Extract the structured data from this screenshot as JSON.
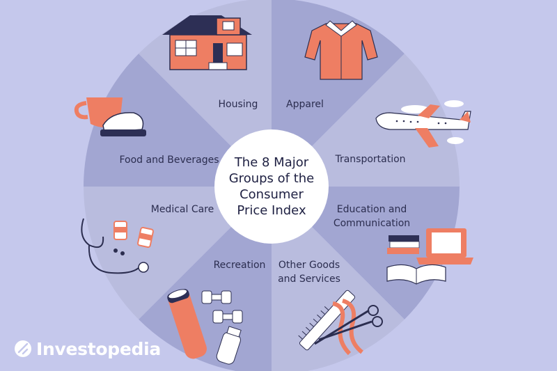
{
  "diagram": {
    "title_lines": [
      "The 8 Major",
      "Groups of the",
      "Consumer",
      "Price Index"
    ],
    "segments": [
      {
        "label_lines": [
          "Housing"
        ],
        "icon": "house-icon"
      },
      {
        "label_lines": [
          "Apparel"
        ],
        "icon": "shirt-icon"
      },
      {
        "label_lines": [
          "Transportation"
        ],
        "icon": "airplane-icon"
      },
      {
        "label_lines": [
          "Education and",
          "Communication"
        ],
        "icon": "laptop-books-icon"
      },
      {
        "label_lines": [
          "Other Goods",
          "and Services"
        ],
        "icon": "scissors-comb-icon"
      },
      {
        "label_lines": [
          "Recreation"
        ],
        "icon": "dumbbell-yoga-icon"
      },
      {
        "label_lines": [
          "Medical Care"
        ],
        "icon": "stethoscope-pills-icon"
      },
      {
        "label_lines": [
          "Food and Beverages"
        ],
        "icon": "cup-food-icon"
      }
    ]
  },
  "brand": {
    "name": "Investopedia",
    "icon": "investopedia-logo-icon"
  },
  "colors": {
    "background": "#c5c8ec",
    "segment_dark": "#a2a6d2",
    "segment_light": "#b9bcde",
    "center": "#ffffff",
    "accent": "#ee7e63",
    "text": "#2b2d4f"
  }
}
